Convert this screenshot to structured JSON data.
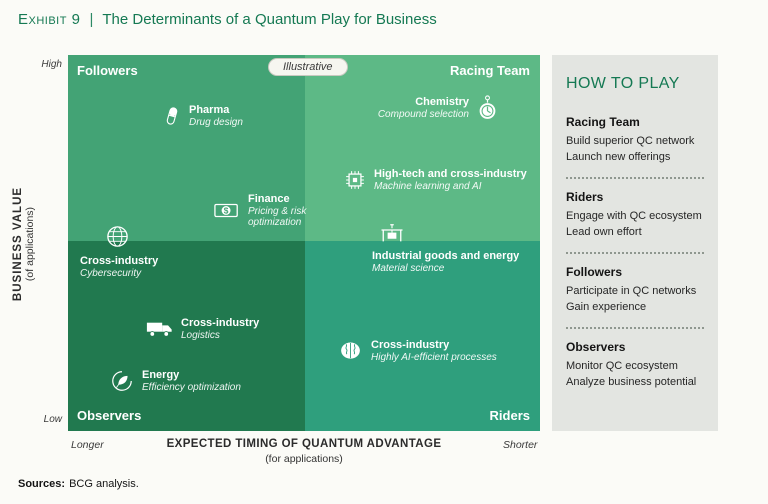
{
  "header": {
    "exhibit": "Exhibit 9",
    "divider": "|",
    "title": "The Determinants of a Quantum Play for Business"
  },
  "badge": "Illustrative",
  "colors": {
    "accent_green": "#157953",
    "quad_followers": "#43a375",
    "quad_racing_team": "#5db986",
    "quad_observers": "#21794f",
    "quad_riders": "#2f9f7d",
    "panel_bg": "#e3e5e1"
  },
  "axes": {
    "y_label": "BUSINESS VALUE",
    "y_sublabel": "(of applications)",
    "y_high": "High",
    "y_low": "Low",
    "x_label": "EXPECTED TIMING OF QUANTUM ADVANTAGE",
    "x_sublabel": "(for applications)",
    "x_left": "Longer",
    "x_right": "Shorter"
  },
  "quadrants": {
    "followers": {
      "label": "Followers"
    },
    "racing_team": {
      "label": "Racing Team"
    },
    "observers": {
      "label": "Observers"
    },
    "riders": {
      "label": "Riders"
    }
  },
  "items": [
    {
      "icon": "pill-icon",
      "quadrant": "Followers",
      "title": "Pharma",
      "subtitle": "Drug design"
    },
    {
      "icon": "money-icon",
      "quadrant": "Followers",
      "title": "Finance",
      "subtitle": "Pricing & risk optimization"
    },
    {
      "icon": "stopwatch-icon",
      "quadrant": "Racing Team",
      "title": "Chemistry",
      "subtitle": "Compound selection"
    },
    {
      "icon": "chip-icon",
      "quadrant": "Racing Team",
      "title": "High-tech and cross-industry",
      "subtitle": "Machine learning and AI"
    },
    {
      "icon": "crane-icon",
      "quadrant": "Riders",
      "title": "Industrial goods and energy",
      "subtitle": "Material science"
    },
    {
      "icon": "globe-icon",
      "quadrant": "Observers",
      "title": "Cross-industry",
      "subtitle": "Cybersecurity"
    },
    {
      "icon": "truck-icon",
      "quadrant": "Observers",
      "title": "Cross-industry",
      "subtitle": "Logistics"
    },
    {
      "icon": "leaf-icon",
      "quadrant": "Observers",
      "title": "Energy",
      "subtitle": "Efficiency optimization"
    },
    {
      "icon": "brain-icon",
      "quadrant": "Riders",
      "title": "Cross-industry",
      "subtitle": "Highly AI-efficient processes"
    }
  ],
  "how_to_play": {
    "title": "HOW TO PLAY",
    "sections": [
      {
        "heading": "Racing Team",
        "lines": [
          "Build superior QC network",
          "Launch new offerings"
        ]
      },
      {
        "heading": "Riders",
        "lines": [
          "Engage with QC ecosystem",
          "Lead own effort"
        ]
      },
      {
        "heading": "Followers",
        "lines": [
          "Participate in QC networks",
          "Gain experience"
        ]
      },
      {
        "heading": "Observers",
        "lines": [
          "Monitor QC ecosystem",
          "Analyze business potential"
        ]
      }
    ]
  },
  "footer": {
    "label": "Sources:",
    "text": "BCG analysis."
  }
}
